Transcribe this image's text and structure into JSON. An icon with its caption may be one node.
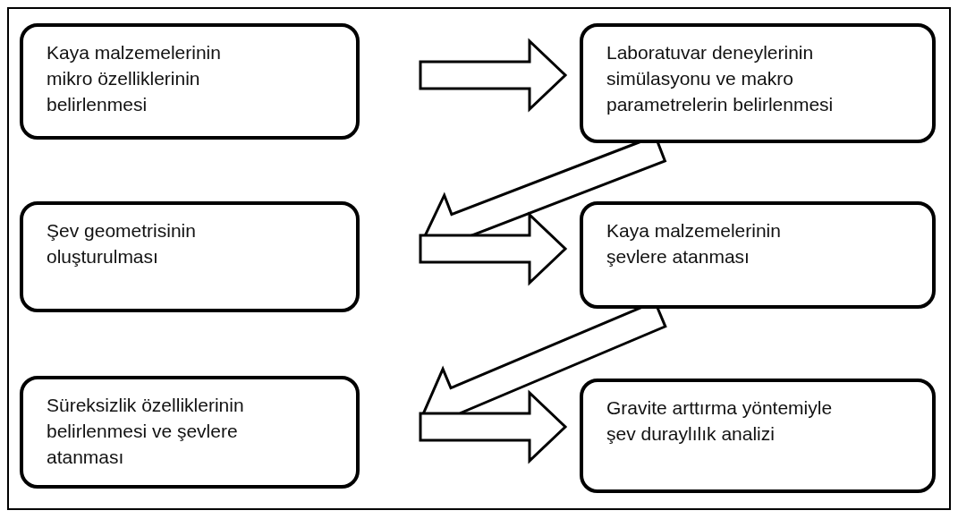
{
  "diagram": {
    "nodes": [
      {
        "text": [
          "Kaya malzemelerinin mikro özelliklerinin belirlenmesi"
        ]
      },
      {
        "text": [
          "Laboratuvar deneylerinin simülasyonu ve makro parametrelerin belirlenmesi"
        ]
      },
      {
        "text": [
          "Şev geometrisinin oluşturulması"
        ]
      },
      {
        "text": [
          "Kaya malzemelerinin şevlere atanması"
        ]
      },
      {
        "text": [
          "Süreksizlik özelliklerinin belirlenmesi ve şevlere atanması"
        ]
      },
      {
        "text": [
          "Gravite arttırma yöntemiyle şev duraylılık analizi"
        ]
      }
    ],
    "edges": [
      {
        "from": 0,
        "to": 1,
        "arrow": "to"
      },
      {
        "from": 1,
        "to": 2,
        "arrow": "to"
      },
      {
        "from": 2,
        "to": 3,
        "arrow": "to"
      },
      {
        "from": 3,
        "to": 4,
        "arrow": "to"
      },
      {
        "from": 4,
        "to": 5,
        "arrow": "to"
      }
    ]
  }
}
